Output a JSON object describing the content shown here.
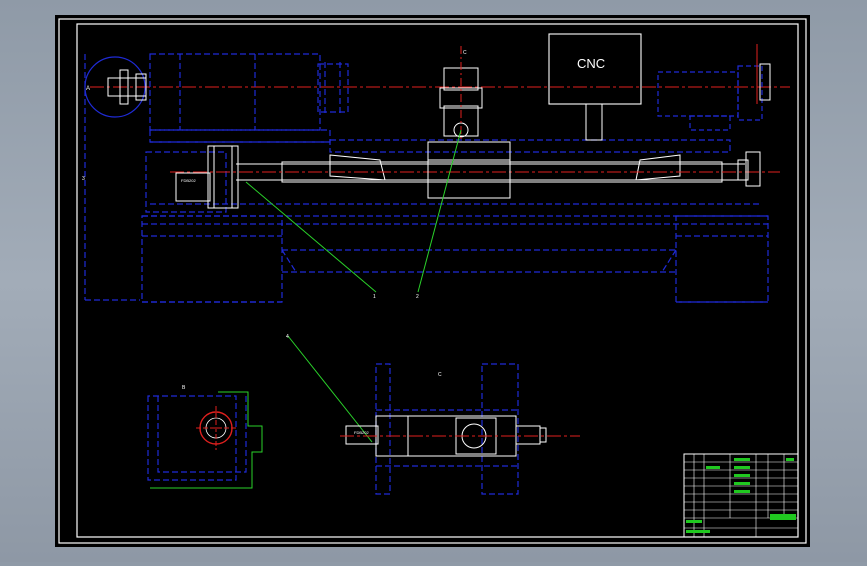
{
  "labels": {
    "cnc": "CNC",
    "section_a": "A",
    "section_b": "B",
    "section_c": "C",
    "balloon_1": "1",
    "balloon_2": "2",
    "balloon_3": "3",
    "balloon_4": "4",
    "motor_main": "FDB202",
    "motor_detail": "FDB202"
  },
  "colors": {
    "background": "#000000",
    "frame": "#ffffff",
    "hidden_lines": "#1f2bd6",
    "center_lines": "#e0201e",
    "leaders": "#2ad22a",
    "outline": "#ffffff",
    "title_block": "#20c820"
  }
}
